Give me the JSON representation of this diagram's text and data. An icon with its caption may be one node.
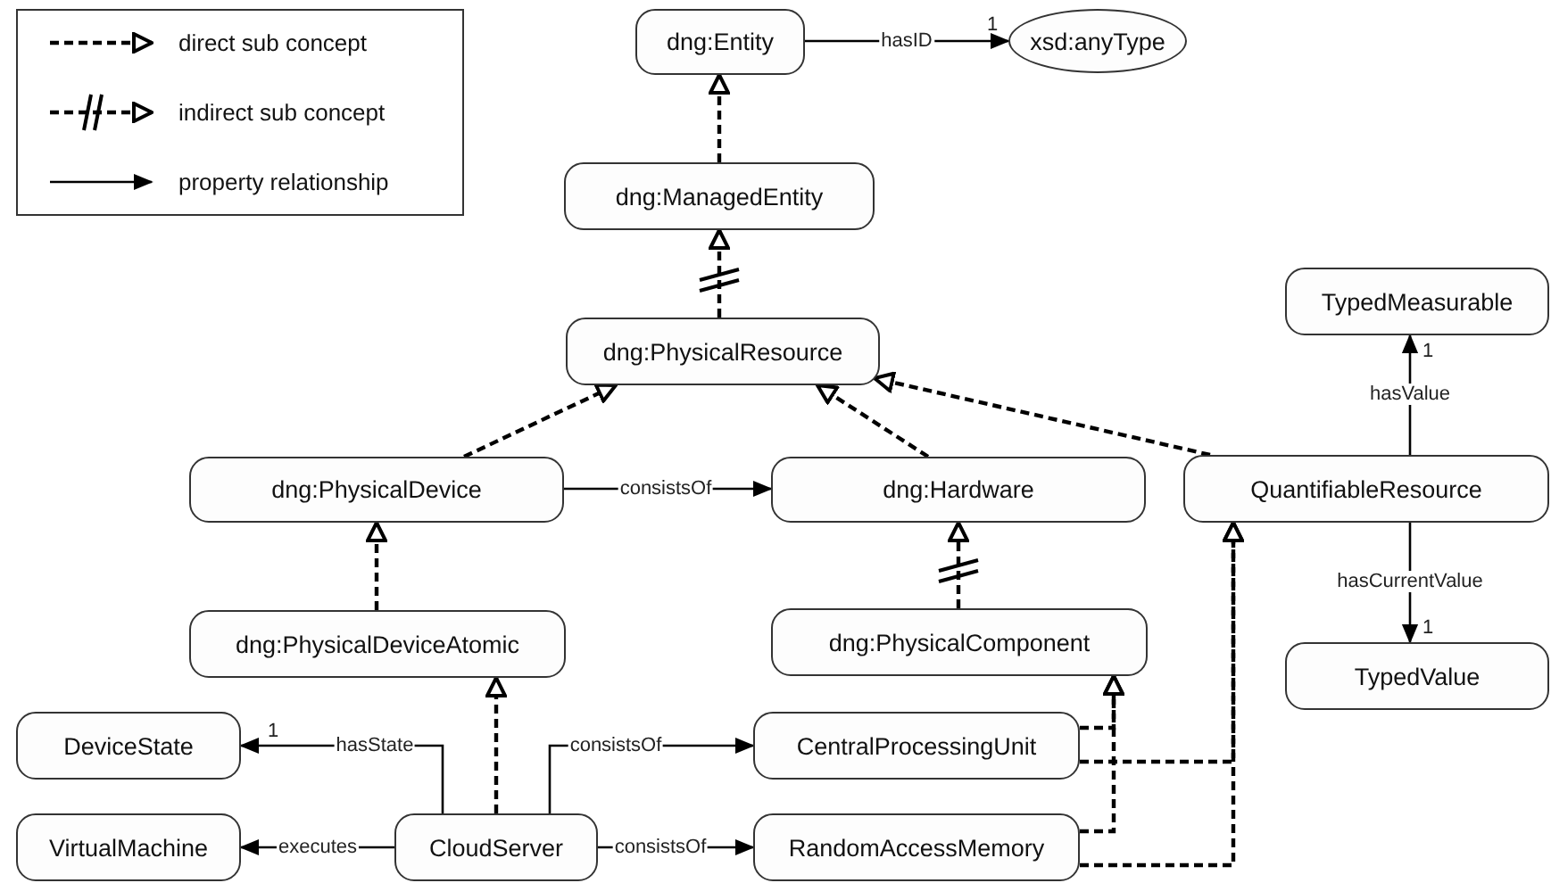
{
  "diagram": {
    "nodes": [
      {
        "text": [
          "dng:Entity"
        ]
      },
      {
        "text": [
          "xsd:anyType"
        ]
      },
      {
        "text": [
          "dng:ManagedEntity"
        ]
      },
      {
        "text": [
          "dng:PhysicalResource"
        ]
      },
      {
        "text": [
          "dng:PhysicalDevice"
        ]
      },
      {
        "text": [
          "dng:Hardware"
        ]
      },
      {
        "text": [
          "QuantifiableResource"
        ]
      },
      {
        "text": [
          "TypedMeasurable"
        ]
      },
      {
        "text": [
          "TypedValue"
        ]
      },
      {
        "text": [
          "dng:PhysicalDeviceAtomic"
        ]
      },
      {
        "text": [
          "dng:PhysicalComponent"
        ]
      },
      {
        "text": [
          "DeviceState"
        ]
      },
      {
        "text": [
          "CentralProcessingUnit"
        ]
      },
      {
        "text": [
          "VirtualMachine"
        ]
      },
      {
        "text": [
          "CloudServer"
        ]
      },
      {
        "text": [
          "RandomAccessMemory"
        ]
      }
    ],
    "edges": [
      {
        "from": 0,
        "to": 1,
        "arrow": "to",
        "label": "hasID"
      },
      {
        "from": 2,
        "to": 0,
        "arrow": "to",
        "style": "dashed"
      },
      {
        "from": 3,
        "to": 2,
        "arrow": "to",
        "style": "dashed"
      },
      {
        "from": 4,
        "to": 3,
        "arrow": "to",
        "style": "dashed"
      },
      {
        "from": 5,
        "to": 3,
        "arrow": "to",
        "style": "dashed"
      },
      {
        "from": 6,
        "to": 3,
        "arrow": "to",
        "style": "dashed"
      },
      {
        "from": 4,
        "to": 5,
        "arrow": "to",
        "label": "consistsOf"
      },
      {
        "from": 6,
        "to": 7,
        "arrow": "to",
        "label": "hasValue"
      },
      {
        "from": 6,
        "to": 8,
        "arrow": "to",
        "label": "hasCurrentValue"
      },
      {
        "from": 9,
        "to": 4,
        "arrow": "to",
        "style": "dashed"
      },
      {
        "from": 10,
        "to": 5,
        "arrow": "to",
        "style": "dashed"
      },
      {
        "from": 14,
        "to": 11,
        "arrow": "to",
        "label": "hasState"
      },
      {
        "from": 14,
        "to": 9,
        "arrow": "to",
        "style": "dashed"
      },
      {
        "from": 14,
        "to": 12,
        "arrow": "to",
        "label": "consistsOf"
      },
      {
        "from": 12,
        "to": 10,
        "arrow": "to",
        "style": "dashed"
      },
      {
        "from": 15,
        "to": 10,
        "arrow": "to",
        "style": "dashed"
      },
      {
        "from": 12,
        "to": 6,
        "arrow": "to",
        "style": "dashed"
      },
      {
        "from": 15,
        "to": 6,
        "arrow": "to",
        "style": "dashed"
      },
      {
        "from": 14,
        "to": 13,
        "arrow": "to",
        "label": "executes"
      },
      {
        "from": 14,
        "to": 15,
        "arrow": "to",
        "label": "consistsOf"
      }
    ],
    "labels": [
      "1",
      "1",
      "1",
      "1"
    ],
    "legend": [
      {
        "text": "direct sub concept"
      },
      {
        "text": "indirect sub concept"
      },
      {
        "text": "property relationship"
      }
    ]
  }
}
